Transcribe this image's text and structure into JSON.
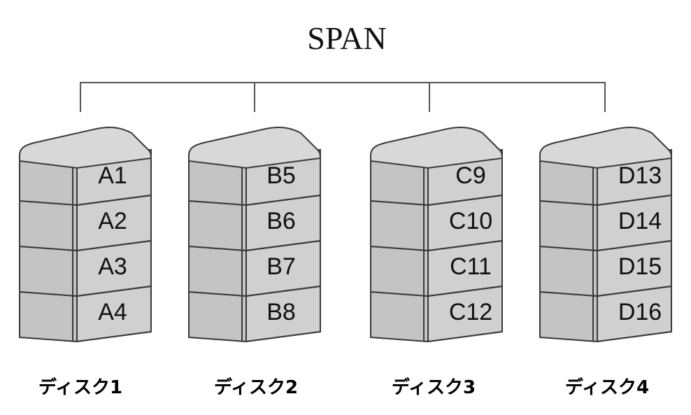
{
  "title": "SPAN",
  "disks": [
    {
      "label": "ディスク1",
      "blocks": [
        "A1",
        "A2",
        "A3",
        "A4"
      ]
    },
    {
      "label": "ディスク2",
      "blocks": [
        "B5",
        "B6",
        "B7",
        "B8"
      ]
    },
    {
      "label": "ディスク3",
      "blocks": [
        "C9",
        "C10",
        "C11",
        "C12"
      ]
    },
    {
      "label": "ディスク4",
      "blocks": [
        "D13",
        "D14",
        "D15",
        "D16"
      ]
    }
  ],
  "colors": {
    "block_fill": "#d0d0d0",
    "block_outline": "#3a3a3a",
    "bracket": "#555555"
  }
}
